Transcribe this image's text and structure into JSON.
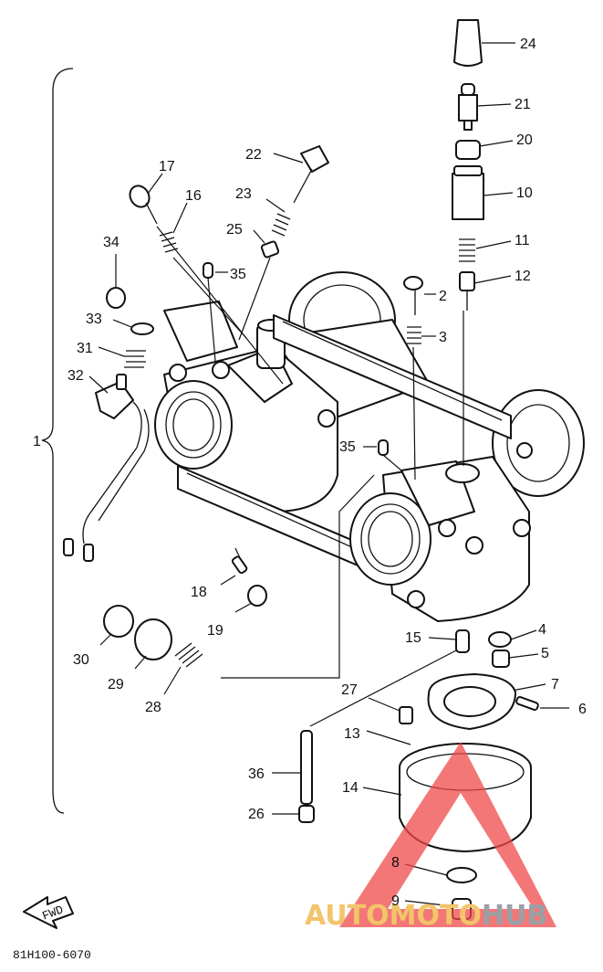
{
  "diagram": {
    "part_code": "81H100-6070",
    "assembly_label": "1",
    "direction_label": "FWD",
    "labels": {
      "l24": "24",
      "l21": "21",
      "l20": "20",
      "l10": "10",
      "l11": "11",
      "l12": "12",
      "l22": "22",
      "l17": "17",
      "l16": "16",
      "l23": "23",
      "l25": "25",
      "l34": "34",
      "l35a": "35",
      "l2": "2",
      "l3": "3",
      "l33": "33",
      "l31": "31",
      "l32": "32",
      "l35b": "35",
      "l18": "18",
      "l19": "19",
      "l30": "30",
      "l29": "29",
      "l28": "28",
      "l15": "15",
      "l4": "4",
      "l5": "5",
      "l27": "27",
      "l7": "7",
      "l6": "6",
      "l13": "13",
      "l36": "36",
      "l14": "14",
      "l26": "26",
      "l8": "8",
      "l9": "9"
    }
  },
  "watermark": {
    "part_a": "AUTOMOTO",
    "part_b": "HUB",
    "color_a": "#f3c46a",
    "color_b": "#9aa0a6",
    "triangle_color": "#ef4a4a"
  }
}
